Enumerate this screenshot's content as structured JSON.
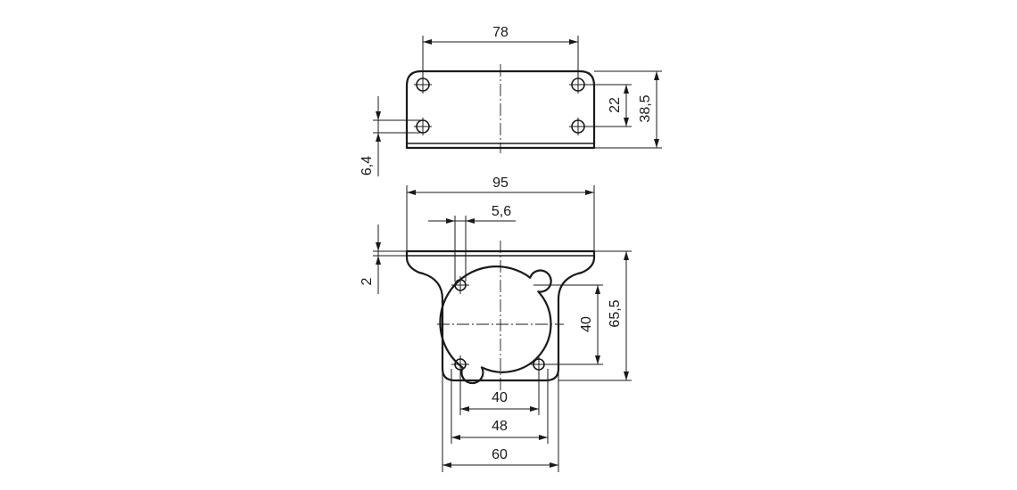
{
  "drawing": {
    "top_view": {
      "width": "78",
      "hole_spacing": "22",
      "height": "38,5",
      "thickness": "6,4"
    },
    "front_view": {
      "width": "95",
      "hole_diameter": "5,6",
      "plate_thickness": "2",
      "hole_spacing_vertical": "40",
      "height": "65,5",
      "hole_spacing_horizontal": "40",
      "cutout_width": "48",
      "body_width": "60"
    }
  }
}
